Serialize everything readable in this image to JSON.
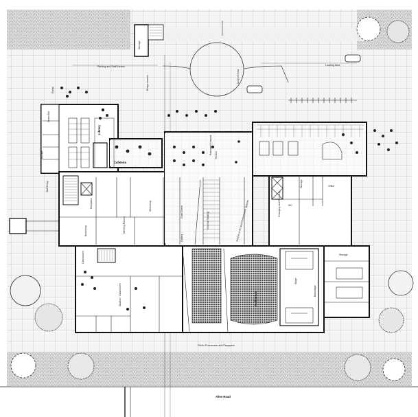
{
  "plan": {
    "labels": {
      "storage_top": "Storage",
      "parking": "Parking and Staff Access",
      "bridge_access": "Bridge Access",
      "drop_off": "Drop off Area",
      "loading": "Loading Area",
      "staff_entry": "Staff Entry",
      "ramp": "Ramp",
      "rainwater": "Rainwater Deposit",
      "snack": "Snack Bar",
      "storage_left": "Storage",
      "library": "Library",
      "cafeteria": "Cafeteria",
      "reception": "Reception",
      "workshop": "Workshop",
      "meeting": "Meeting Rooms",
      "bookshop": "Bookshop",
      "coat_check": "Coat Check",
      "gallery": "Gallery",
      "terrace": "Terrace",
      "info_seating": "Informal Seating",
      "foyer": "Access to Art and Performance Spaces",
      "changing": "Changing and Dressing",
      "office": "Office",
      "wc": "WC",
      "storage_right": "Storage",
      "auditorium": "Auditorium",
      "backstage": "Backstage",
      "stage": "Stage",
      "storage_far_right": "Storage",
      "classrooms": "Classrooms",
      "studios": "Studios / Classrooms",
      "promenade": "Public Promenade and Playspace",
      "road": "Allen Road"
    }
  }
}
